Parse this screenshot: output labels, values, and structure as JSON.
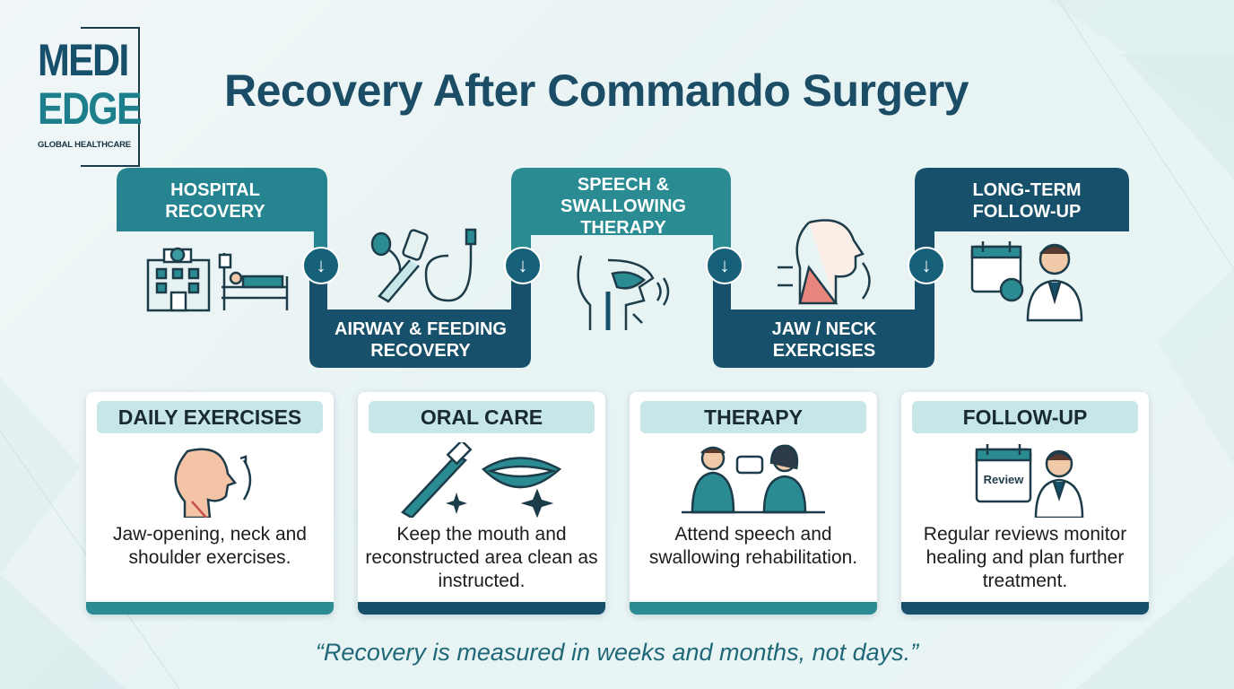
{
  "logo": {
    "line1": "MEDI",
    "line2": "EDGE",
    "subtitle": "GLOBAL HEALTHCARE"
  },
  "title": "Recovery After Commando Surgery",
  "colors": {
    "teal": "#25848f",
    "teal_mid": "#2a8b93",
    "navy": "#17506a",
    "dark": "#1b4d66",
    "card_head": "#c6e6e8"
  },
  "steps": [
    {
      "label": "HOSPITAL\nRECOVERY",
      "icon": "hospital-bed-icon"
    },
    {
      "label": "AIRWAY & FEEDING\nRECOVERY",
      "icon": "tracheostomy-tube-icon"
    },
    {
      "label": "SPEECH &\nSWALLOWING\nTHERAPY",
      "icon": "throat-anatomy-icon"
    },
    {
      "label": "JAW / NECK\nEXERCISES",
      "icon": "neck-muscles-icon"
    },
    {
      "label": "LONG-TERM\nFOLLOW-UP",
      "icon": "calendar-doctor-icon"
    }
  ],
  "cards": [
    {
      "title": "DAILY EXERCISES",
      "text": "Jaw-opening, neck and shoulder exercises.",
      "icon": "head-rotation-icon"
    },
    {
      "title": "ORAL CARE",
      "text": "Keep the mouth and reconstructed area clean as instructed.",
      "icon": "toothbrush-mouth-icon"
    },
    {
      "title": "THERAPY",
      "text": "Attend speech and swallowing rehabilitation.",
      "icon": "therapy-conversation-icon"
    },
    {
      "title": "FOLLOW-UP",
      "text": "Regular reviews monitor healing and plan further treatment.",
      "icon": "review-calendar-doctor-icon",
      "calendar_label": "Review"
    }
  ],
  "quote": "“Recovery is measured in weeks and months, not days.”"
}
